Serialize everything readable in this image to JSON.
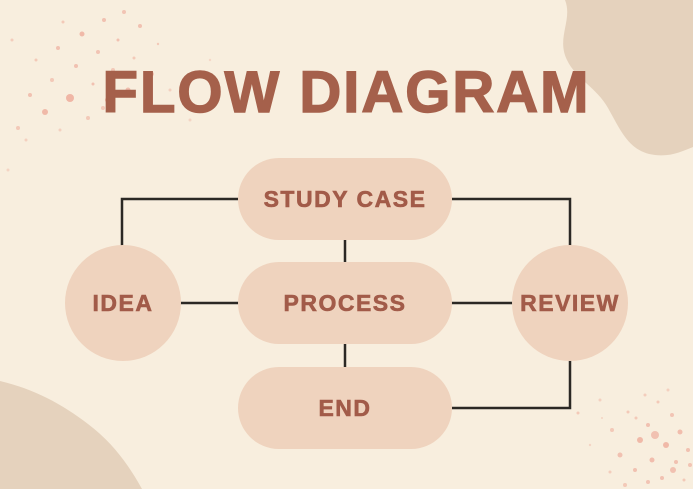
{
  "page": {
    "title": "FLOW DIAGRAM"
  },
  "palette": {
    "background": "#F8EEDE",
    "node_fill": "#EFD3BE",
    "blob_fill": "#E5D2BD",
    "title_color": "#A5604B",
    "label_color": "#A25B49",
    "connector_color": "#2B2824",
    "speckle_color": "#EDA392"
  },
  "diagram": {
    "nodes": [
      {
        "id": "study-case",
        "label": "STUDY CASE",
        "shape": "pill"
      },
      {
        "id": "idea",
        "label": "IDEA",
        "shape": "circle"
      },
      {
        "id": "process",
        "label": "PROCESS",
        "shape": "pill"
      },
      {
        "id": "review",
        "label": "REVIEW",
        "shape": "circle"
      },
      {
        "id": "end",
        "label": "END",
        "shape": "pill"
      }
    ],
    "connections": [
      {
        "from": "study-case",
        "to": "idea"
      },
      {
        "from": "study-case",
        "to": "process"
      },
      {
        "from": "study-case",
        "to": "review"
      },
      {
        "from": "idea",
        "to": "process"
      },
      {
        "from": "process",
        "to": "review"
      },
      {
        "from": "process",
        "to": "end"
      },
      {
        "from": "end",
        "to": "review"
      }
    ]
  }
}
